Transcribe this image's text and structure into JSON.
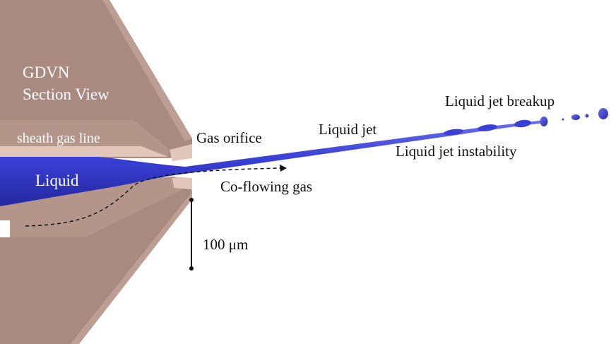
{
  "colors": {
    "nozzle_dark": "#a88a80",
    "nozzle_mid": "#bc9e92",
    "nozzle_light": "#e3c6ba",
    "jet": "#3a3fd6",
    "jet_highlight": "#6b70ee",
    "text": "#111111",
    "overlay_text": "#ffffff"
  },
  "labels": {
    "nozzle_title_line1": "GDVN",
    "nozzle_title_line2": "Section View",
    "sheath_gas_line": "sheath gas line",
    "liquid": "Liquid",
    "gas_orifice": "Gas orifice",
    "co_flowing_gas": "Co-flowing gas",
    "liquid_jet": "Liquid jet",
    "liquid_jet_instability": "Liquid jet instability",
    "liquid_jet_breakup": "Liquid jet breakup",
    "scale_bar": "100 μm"
  }
}
